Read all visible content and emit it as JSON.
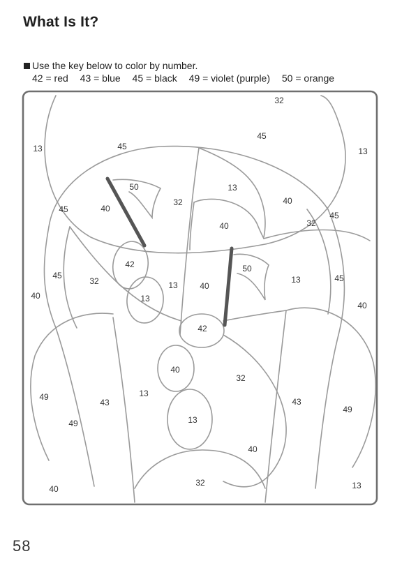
{
  "page": {
    "title": "What Is It?",
    "instruction": "Use the key below to color by number.",
    "key": [
      {
        "text": "42 = red"
      },
      {
        "text": "43 = blue"
      },
      {
        "text": "45 = black"
      },
      {
        "text": "49 = violet (purple)"
      },
      {
        "text": "50 = orange"
      }
    ],
    "page_number": "58"
  },
  "regions": [
    {
      "name": "region-label",
      "text": "32"
    },
    {
      "name": "region-label",
      "text": "13"
    },
    {
      "name": "region-label",
      "text": "45"
    },
    {
      "name": "region-label",
      "text": "45"
    },
    {
      "name": "region-label",
      "text": "13"
    },
    {
      "name": "region-label",
      "text": "50"
    },
    {
      "name": "region-label",
      "text": "13"
    },
    {
      "name": "region-label",
      "text": "32"
    },
    {
      "name": "region-label",
      "text": "40"
    },
    {
      "name": "region-label",
      "text": "45"
    },
    {
      "name": "region-label",
      "text": "40"
    },
    {
      "name": "region-label",
      "text": "40"
    },
    {
      "name": "region-label",
      "text": "32"
    },
    {
      "name": "region-label",
      "text": "45"
    },
    {
      "name": "region-label",
      "text": "42"
    },
    {
      "name": "region-label",
      "text": "50"
    },
    {
      "name": "region-label",
      "text": "45"
    },
    {
      "name": "region-label",
      "text": "32"
    },
    {
      "name": "region-label",
      "text": "13"
    },
    {
      "name": "region-label",
      "text": "40"
    },
    {
      "name": "region-label",
      "text": "13"
    },
    {
      "name": "region-label",
      "text": "45"
    },
    {
      "name": "region-label",
      "text": "40"
    },
    {
      "name": "region-label",
      "text": "13"
    },
    {
      "name": "region-label",
      "text": "40"
    },
    {
      "name": "region-label",
      "text": "42"
    },
    {
      "name": "region-label",
      "text": "40"
    },
    {
      "name": "region-label",
      "text": "32"
    },
    {
      "name": "region-label",
      "text": "49"
    },
    {
      "name": "region-label",
      "text": "43"
    },
    {
      "name": "region-label",
      "text": "13"
    },
    {
      "name": "region-label",
      "text": "43"
    },
    {
      "name": "region-label",
      "text": "49"
    },
    {
      "name": "region-label",
      "text": "49"
    },
    {
      "name": "region-label",
      "text": "13"
    },
    {
      "name": "region-label",
      "text": "40"
    },
    {
      "name": "region-label",
      "text": "40"
    },
    {
      "name": "region-label",
      "text": "32"
    },
    {
      "name": "region-label",
      "text": "13"
    }
  ],
  "colors": {
    "line": "#9a9a9a",
    "frame": "#6f6f6f",
    "stem": "#555555"
  }
}
